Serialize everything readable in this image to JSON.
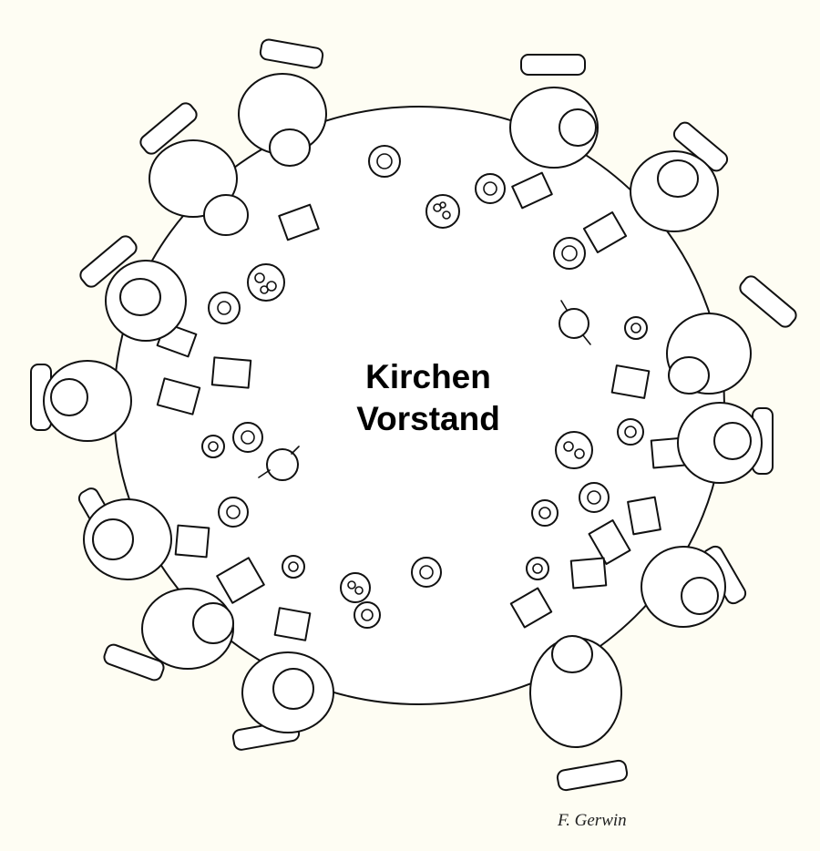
{
  "title": {
    "line1": "Kirchen",
    "line2": "Vorstand"
  },
  "signature": "F. Gerwin"
}
